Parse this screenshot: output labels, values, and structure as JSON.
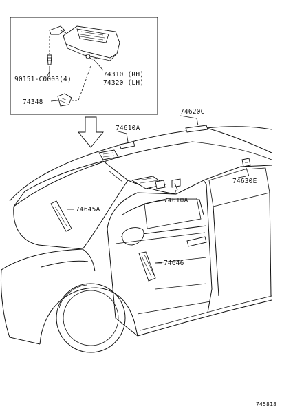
{
  "diagram": {
    "labels": {
      "screw": "90151-C0003(4)",
      "visor_rh": "74310 (RH)",
      "visor_lh": "74320 (LH)",
      "holder": "74348",
      "assist_grip_roof": "74620C",
      "visor_holder_a_front": "74610A",
      "visor_holder_a_rear": "74610A",
      "hook_rear": "74630E",
      "pillar_trim": "74645A",
      "door_grip": "74646"
    },
    "figure_id": "745818"
  }
}
